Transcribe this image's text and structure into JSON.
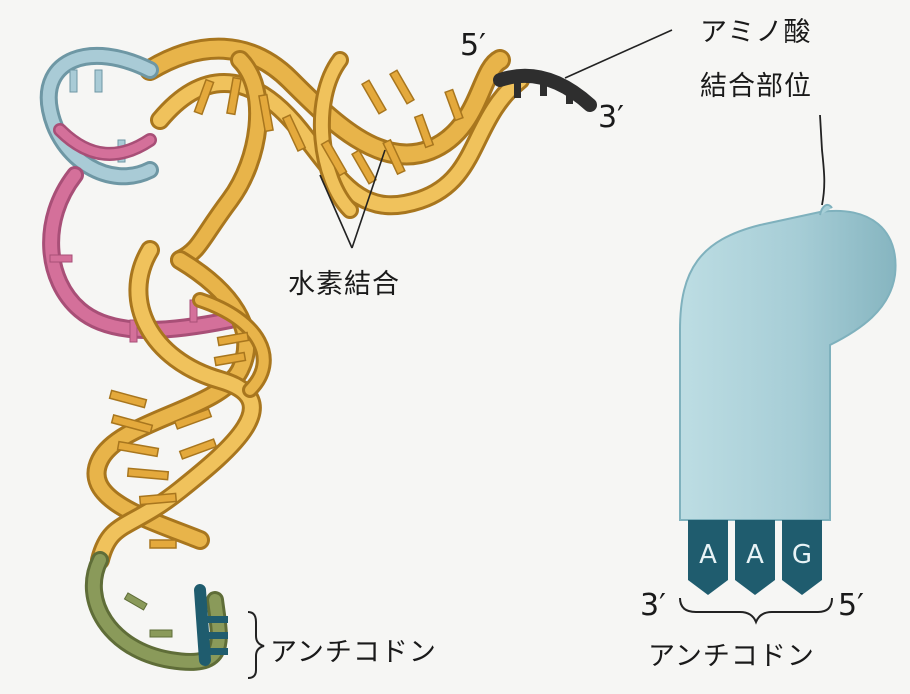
{
  "left_model": {
    "end_5_label": "5′",
    "end_3_label": "3′",
    "hydrogen_bond_label": "水素結合",
    "anticodon_label": "アンチコドン",
    "amino_acid_site_label_line1": "アミノ酸",
    "amino_acid_site_label_line2": "結合部位"
  },
  "right_model": {
    "bases": [
      "A",
      "A",
      "G"
    ],
    "end_3_label": "3′",
    "end_5_label": "5′",
    "anticodon_label": "アンチコドン"
  },
  "colors": {
    "background": "#f6f6f4",
    "main_helix": "#e8b44a",
    "main_helix_edge": "#a8761e",
    "pink_segment": "#d4709a",
    "light_blue_segment": "#a9cbd6",
    "green_segment": "#8a9a5a",
    "dark_teal": "#1f5c6e",
    "dark_end": "#2e2e2e",
    "schematic_body": "#a7cfd7",
    "schematic_shadow": "#7fb1bd"
  }
}
